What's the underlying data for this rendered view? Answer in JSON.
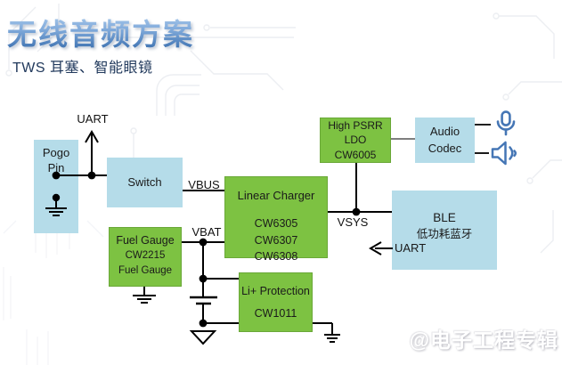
{
  "header": {
    "title": "无线音频方案",
    "subtitle": "TWS 耳塞、智能眼镜"
  },
  "diagram": {
    "blocks": {
      "pogo_pin": {
        "line1": "Pogo",
        "line2": "Pin"
      },
      "switch": {
        "label": "Switch"
      },
      "fuel_gauge": {
        "title": "Fuel Gauge",
        "part": "CW2215",
        "subtitle": "Fuel Gauge"
      },
      "linear_charger": {
        "title": "Linear Charger",
        "part1": "CW6305",
        "part2": "CW6307",
        "part3": "CW6308"
      },
      "li_protection": {
        "title": "Li+ Protection",
        "part": "CW1011"
      },
      "high_psrr_ldo": {
        "line1": "High PSRR",
        "line2": "LDO",
        "line3": "CW6005"
      },
      "audio_codec": {
        "line1": "Audio",
        "line2": "Codec"
      },
      "ble": {
        "line1": "BLE",
        "line2": "低功耗蓝牙",
        "uart": "UART"
      }
    },
    "net_labels": {
      "uart": "UART",
      "vbus": "VBUS",
      "vbat": "VBAT",
      "vsys": "VSYS"
    },
    "icons": {
      "microphone": "microphone-outline",
      "speaker": "speaker-wave-outline"
    }
  },
  "watermark": "@电子工程专辑",
  "colors": {
    "block_blue": "#b5dce9",
    "block_green": "#7dc242",
    "icon_blue": "#4576b5",
    "wire": "#000000",
    "ldo_codec_wire": "#7f7f7f",
    "title_gradient_top": "#b3d2f0",
    "title_gradient_bottom": "#2f66a8",
    "subtitle_text": "#21395c"
  }
}
